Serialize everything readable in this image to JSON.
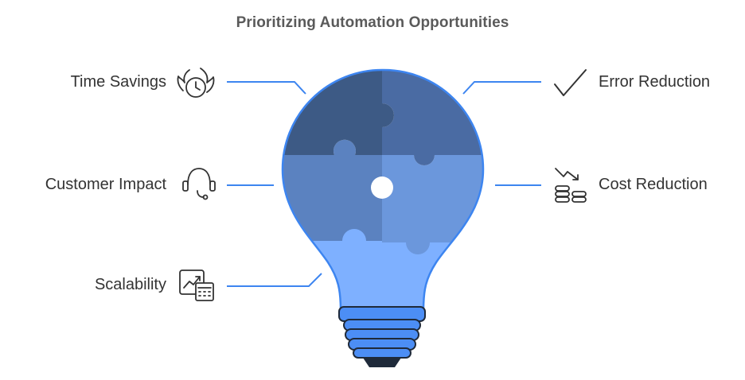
{
  "title": "Prioritizing Automation Opportunities",
  "colors": {
    "piece_dark": "#3d5a85",
    "piece_mid": "#4a6ba3",
    "piece_left_mid": "#5b82c0",
    "piece_right_mid": "#6b97dc",
    "bulb_bottom": "#7eb0ff",
    "outline": "#3d85f0",
    "line": "#3d85f0",
    "base_fill": "#4c8ef5",
    "text": "#333333",
    "title": "#5a5a5a"
  },
  "items": [
    {
      "label": "Time Savings",
      "icon": "clock-flame-icon",
      "side": "left"
    },
    {
      "label": "Customer Impact",
      "icon": "headset-icon",
      "side": "left"
    },
    {
      "label": "Scalability",
      "icon": "chart-calculator-icon",
      "side": "left"
    },
    {
      "label": "Error Reduction",
      "icon": "checkmark-icon",
      "side": "right"
    },
    {
      "label": "Cost Reduction",
      "icon": "coins-down-icon",
      "side": "right"
    }
  ]
}
